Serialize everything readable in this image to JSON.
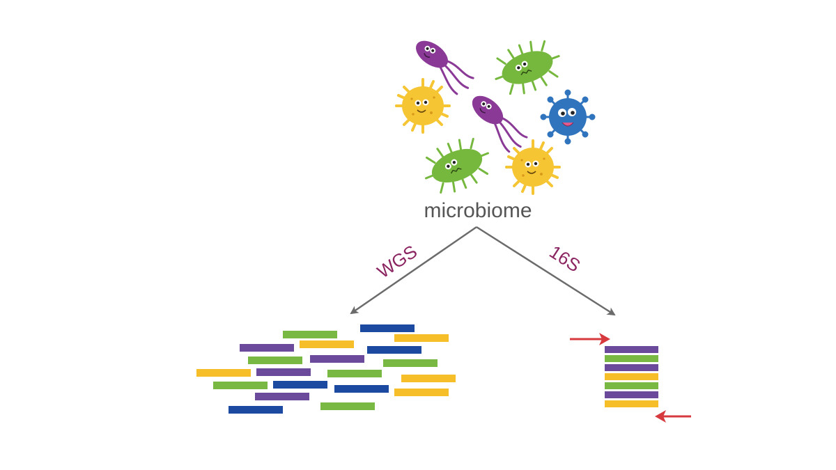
{
  "diagram": {
    "root_label": "microbiome",
    "left_branch_label": "WGS",
    "right_branch_label": "16S"
  },
  "colors": {
    "purple": "#6b4a9c",
    "green": "#78b843",
    "yellow": "#f6bf2a",
    "blue": "#1c4aa0",
    "arrow_gray": "#555555",
    "branch_label": "#8b2561",
    "primer_red": "#d63a3f",
    "microbe_purple": "#8a3a96",
    "microbe_green": "#76b83e",
    "microbe_yellow": "#f5c534",
    "microbe_blue": "#2f74bd"
  },
  "wgs_reads": [
    "green",
    "blue",
    "purple",
    "yellow",
    "yellow",
    "blue",
    "green",
    "purple",
    "green",
    "yellow",
    "purple",
    "green",
    "blue",
    "yellow",
    "green",
    "blue",
    "yellow",
    "purple",
    "green",
    "blue",
    "purple"
  ],
  "amplicon_stack": [
    "purple",
    "green",
    "purple",
    "yellow",
    "green",
    "purple",
    "yellow"
  ],
  "icons": [
    "bacillus-flagellated-icon",
    "bacillus-hairy-icon",
    "coccus-spiky-icon",
    "virus-icon",
    "primer-arrow-icon"
  ]
}
